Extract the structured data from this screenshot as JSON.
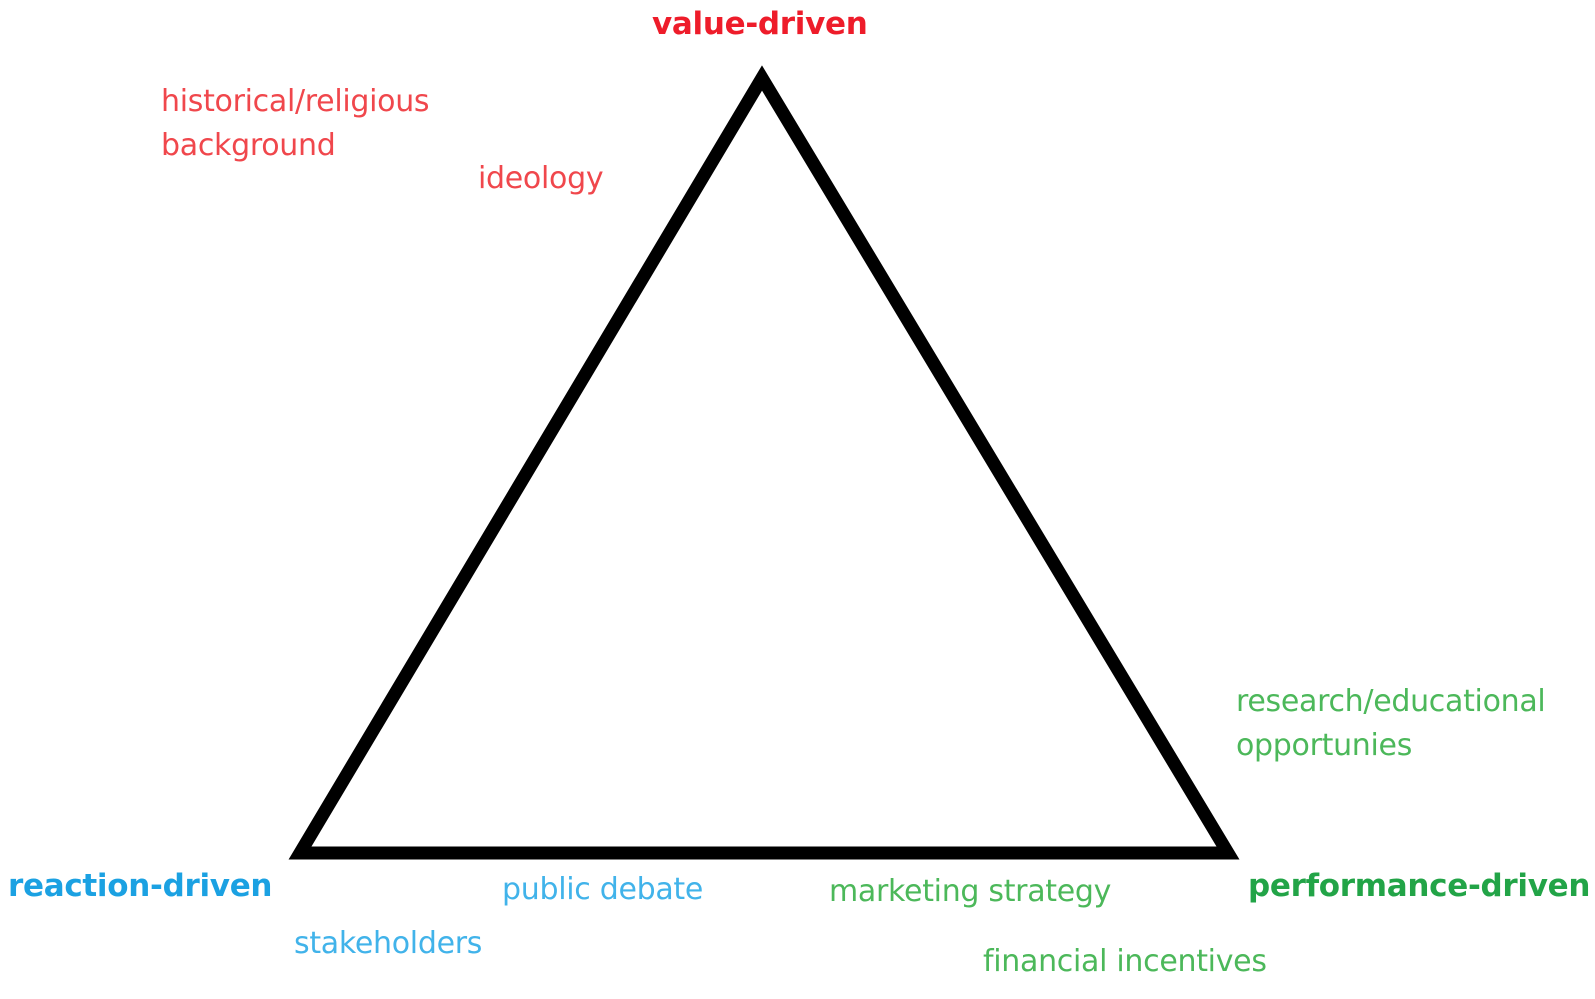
{
  "colors": {
    "value": "#ee1c2a",
    "value_factor": "#f0474c",
    "reaction": "#1ba1e2",
    "reaction_factor": "#41b3ea",
    "performance": "#22a447",
    "performance_factor": "#4cb85a",
    "triangle": "#000000"
  },
  "corners": {
    "top": "value-driven",
    "left": "reaction-driven",
    "right": "performance-driven"
  },
  "factors": {
    "value": {
      "historical_line1": "historical/religious",
      "historical_line2": "background",
      "ideology": "ideology"
    },
    "reaction": {
      "public_debate": "public debate",
      "stakeholders": "stakeholders"
    },
    "performance": {
      "research_line1": "research/educational",
      "research_line2": "opportunies",
      "marketing": "marketing strategy",
      "financial": "financial incentives"
    }
  }
}
